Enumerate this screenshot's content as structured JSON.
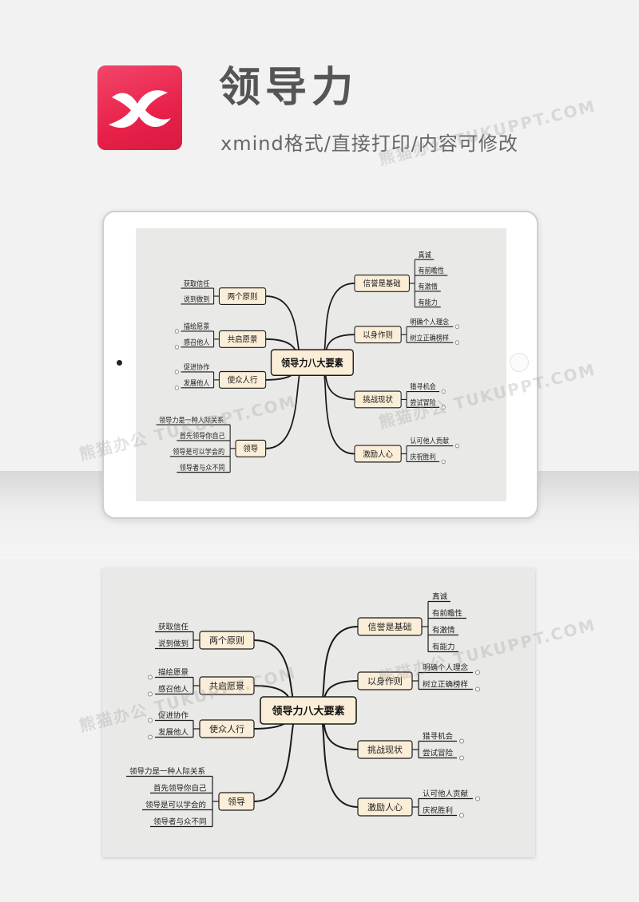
{
  "header": {
    "title": "领导力",
    "subtitle": "xmind格式/直接打印/内容可修改"
  },
  "watermark": "熊猫办公 TUKUPPT.COM",
  "colors": {
    "brand": "#e8214a",
    "node_fill": "#fbeed8",
    "paper": "#e9e9e7",
    "line": "#1a1a1a"
  },
  "mindmap": {
    "center": "领导力八大要素",
    "right": [
      {
        "label": "信誉是基础",
        "children": [
          "真诚",
          "有前瞻性",
          "有激情",
          "有能力"
        ]
      },
      {
        "label": "以身作则",
        "children": [
          "明确个人理念",
          "树立正确榜样"
        ]
      },
      {
        "label": "挑战现状",
        "children": [
          "猎寻机会",
          "尝试冒险"
        ]
      },
      {
        "label": "激励人心",
        "children": [
          "认可他人贡献",
          "庆祝胜利"
        ]
      }
    ],
    "left": [
      {
        "label": "两个原则",
        "children": [
          "获取信任",
          "说到做到"
        ]
      },
      {
        "label": "共启愿景",
        "children": [
          "描绘愿景",
          "感召他人"
        ]
      },
      {
        "label": "使众人行",
        "children": [
          "促进协作",
          "发展他人"
        ]
      },
      {
        "label": "领导",
        "children": [
          "领导力是一种人际关系",
          "首先领导你自己",
          "领导是可以学会的",
          "领导者与众不同"
        ]
      }
    ]
  }
}
